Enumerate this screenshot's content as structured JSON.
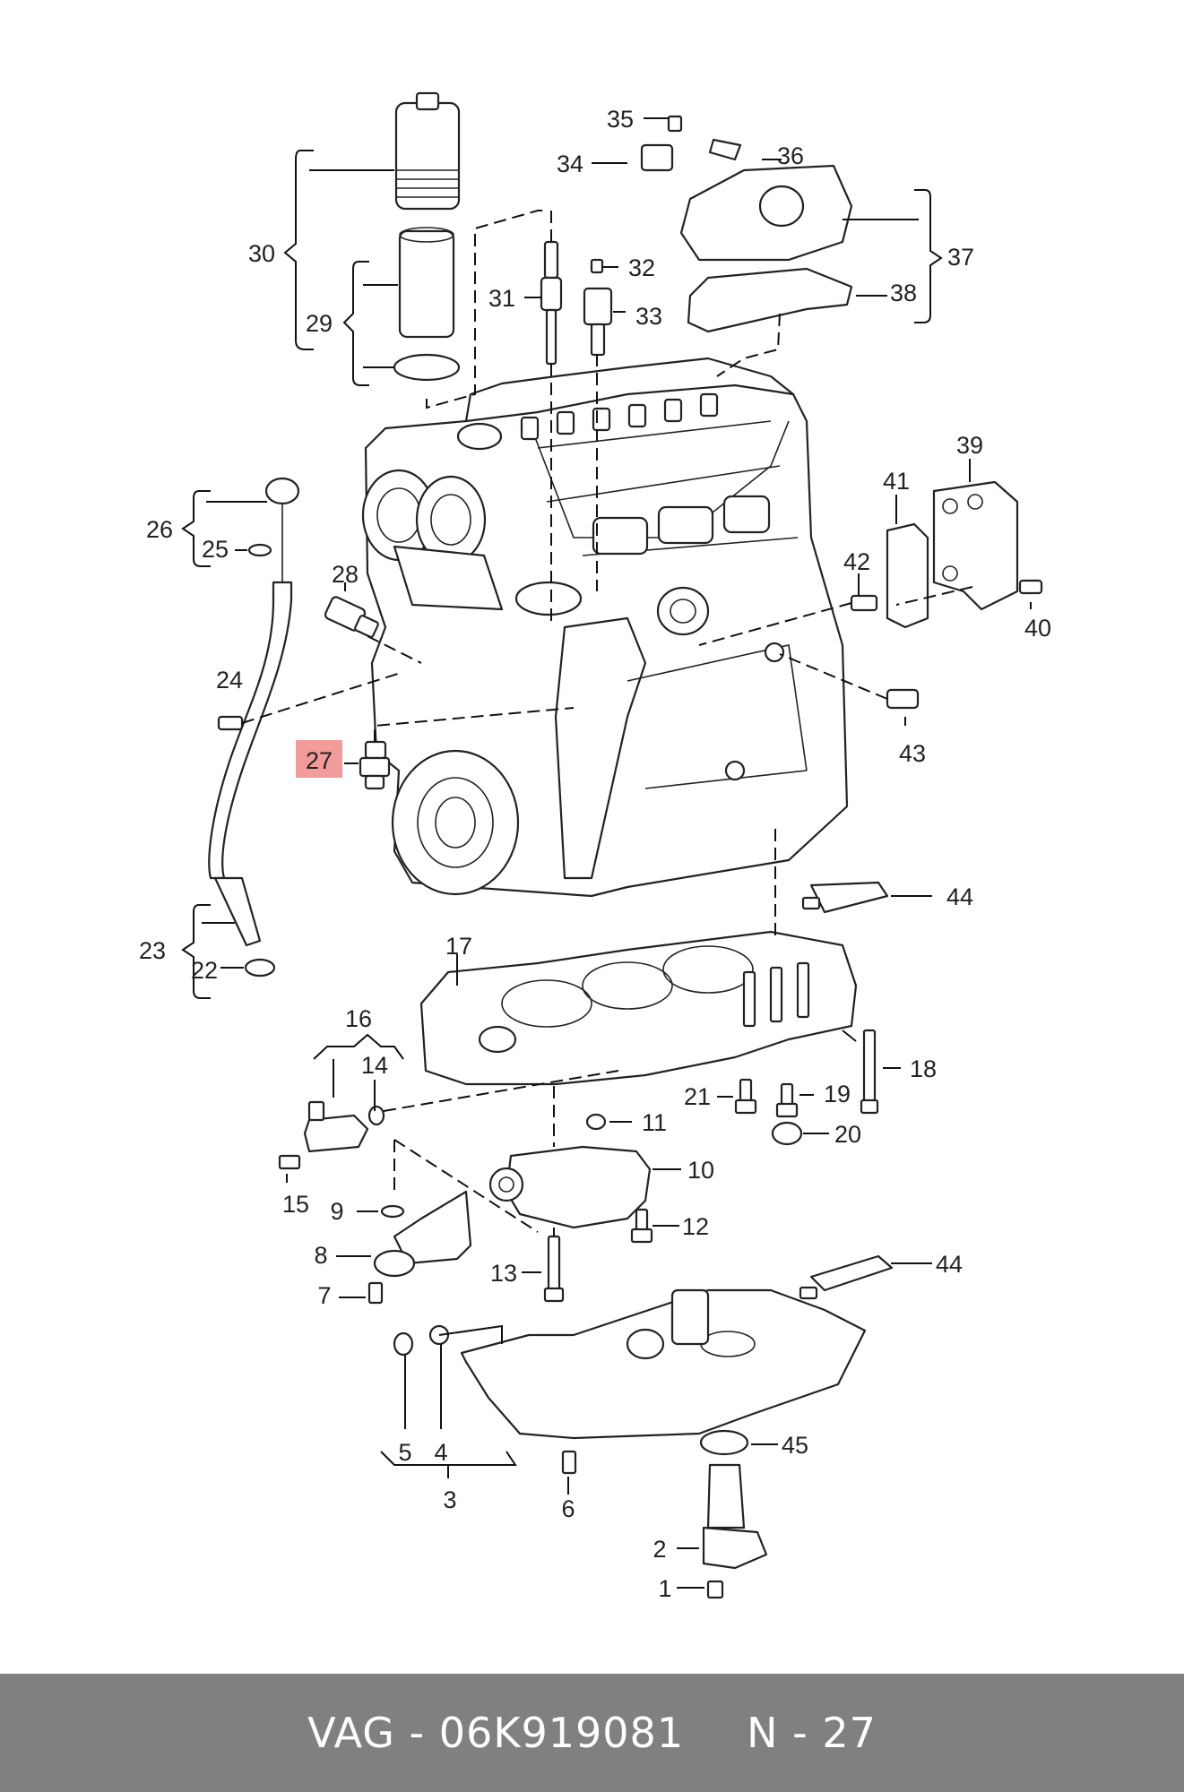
{
  "footer": {
    "brand": "VAG",
    "dash": "-",
    "part_number": "06K919081",
    "ref_prefix": "N",
    "ref_dash": "-",
    "ref_number": "27"
  },
  "highlighted_callout": "27",
  "callouts": {
    "c1": "1",
    "c2": "2",
    "c3": "3",
    "c4": "4",
    "c5": "5",
    "c6": "6",
    "c7": "7",
    "c8": "8",
    "c9": "9",
    "c10": "10",
    "c11": "11",
    "c12": "12",
    "c13": "13",
    "c14": "14",
    "c15": "15",
    "c16": "16",
    "c17": "17",
    "c18": "18",
    "c19": "19",
    "c20": "20",
    "c21": "21",
    "c22": "22",
    "c23": "23",
    "c24": "24",
    "c25": "25",
    "c26": "26",
    "c27": "27",
    "c28": "28",
    "c29": "29",
    "c30": "30",
    "c31": "31",
    "c32": "32",
    "c33": "33",
    "c34": "34",
    "c35": "35",
    "c36": "36",
    "c37": "37",
    "c38": "38",
    "c39": "39",
    "c40": "40",
    "c41": "41",
    "c42": "42",
    "c43": "43",
    "c44a": "44",
    "c44b": "44",
    "c45": "45"
  },
  "colors": {
    "highlight": "#f08a8a",
    "footer_bg": "#808080",
    "footer_text": "#ffffff",
    "line": "#222222"
  }
}
